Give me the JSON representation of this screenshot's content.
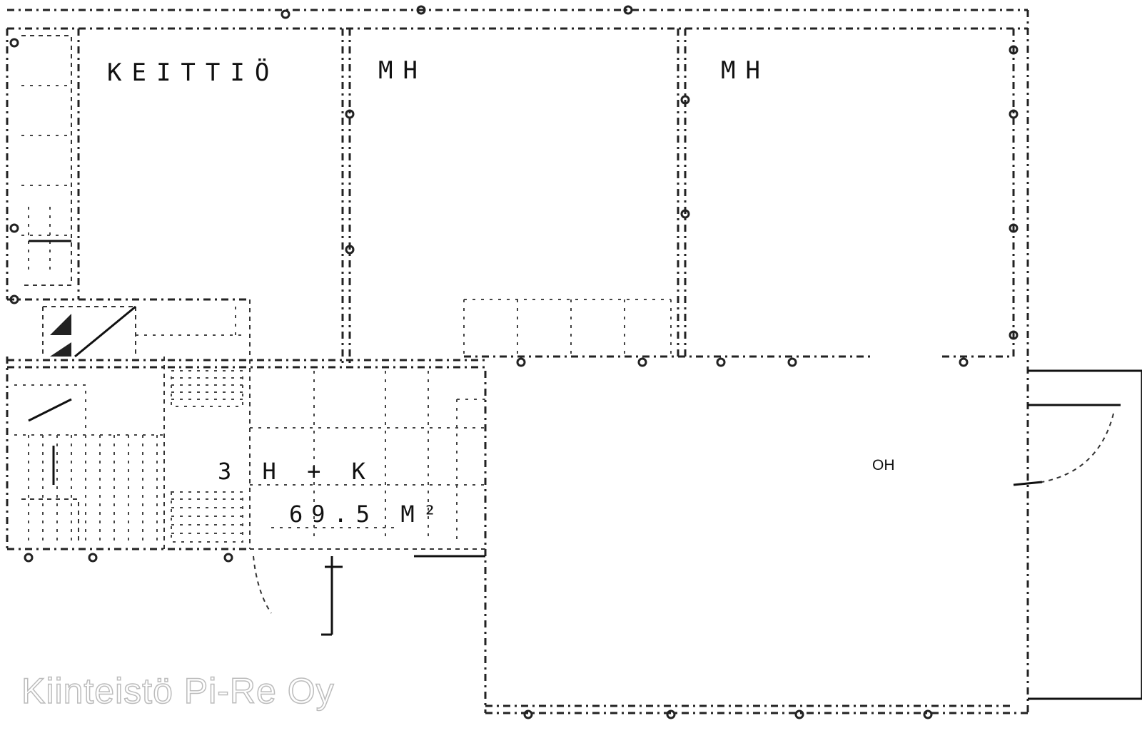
{
  "rooms": {
    "kitchen": "KEITTIÖ",
    "bedroom_1": "MH",
    "bedroom_2": "MH",
    "living_room": "OH"
  },
  "apartment": {
    "type": "3 H + K",
    "area": "69.5 M²"
  },
  "watermark": "Kiinteistö Pi-Re Oy"
}
